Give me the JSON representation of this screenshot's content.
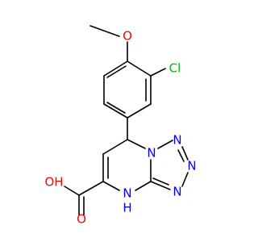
{
  "molecule": {
    "colors": {
      "bond": "#000000",
      "carbon_text": "#000000",
      "oxygen": "#ff0000",
      "nitrogen": "#0000ff",
      "chlorine": "#00c000"
    },
    "atoms": {
      "methyl_c": "",
      "methoxy_o": "O",
      "chloro": "Cl",
      "acid_oh": "OH",
      "acid_o": "O",
      "ring_n_bridge": "N",
      "ring_n_2": "N",
      "ring_n_3": "N",
      "ring_n_4": "N",
      "ring_nh_n": "N",
      "ring_nh_h": "H"
    }
  }
}
